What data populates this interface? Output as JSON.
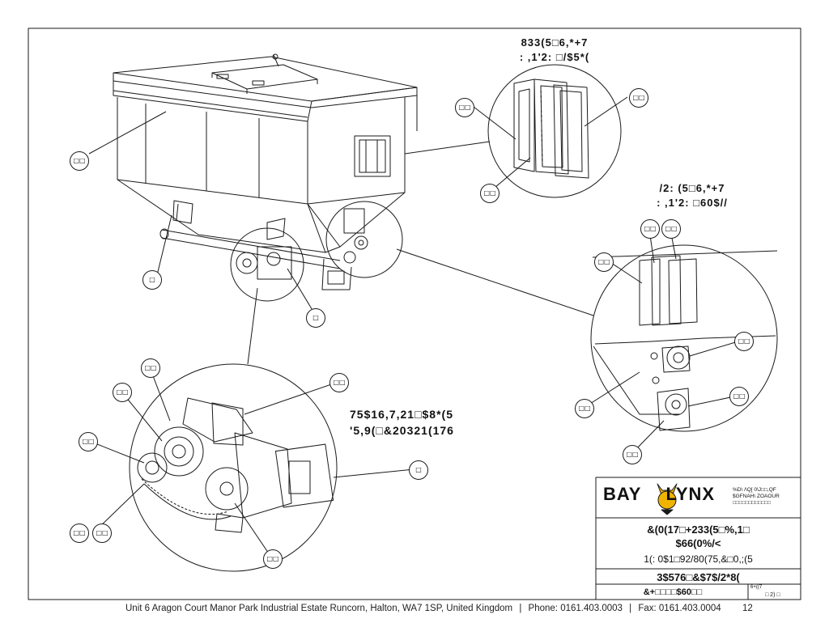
{
  "view_headers": {
    "upper_inspection": [
      "833(5□6,*+7",
      ": ,1'2: □/$5*("
    ],
    "lower_inspection": [
      "/2: (5□6,*+7",
      ": ,1'2: □60$//"
    ],
    "transmission": [
      "75$16,7,21□$8*(5",
      "'5,9(□&20321(176"
    ]
  },
  "callouts": [
    "□□",
    "□□",
    "□□",
    "□□",
    "□",
    "□",
    "□□",
    "□□",
    "□□",
    "□□",
    "□□",
    "□□",
    "□□",
    "□□",
    "□□",
    "□□",
    "□□",
    "□□",
    "□□",
    "□",
    "□□"
  ],
  "title_block": {
    "logo_left": "BAY",
    "logo_right": "LYNX",
    "logo_small_lines": [
      "%D\\ /\\Q[ 0\\J□□,QF",
      "$GFNAH\\ ZOAOUR",
      "□□□□□□□□□□□□"
    ],
    "title_line1": "&(0(17□+233(5□%,1□",
    "title_line2": "$66(0%/<",
    "subtitle": "1(: 0$1□92/80(75,&□0,;(5",
    "section_label": "3$576□&$7$/2*8(",
    "chapter_label": "&+□□□□$60□□",
    "sheet_label": "6+((7",
    "sheet_value": "□ 2) □"
  },
  "footer": {
    "address": "Unit 6 Aragon Court Manor Park Industrial Estate Runcorn, Halton, WA7 1SP, United Kingdom",
    "phone": "Phone: 0161.403.0003",
    "fax": "Fax: 0161.403.0004",
    "separator": "|",
    "page_number": "12"
  },
  "colors": {
    "line": "#1a1a1a",
    "logo_accent": "#f0b400"
  }
}
